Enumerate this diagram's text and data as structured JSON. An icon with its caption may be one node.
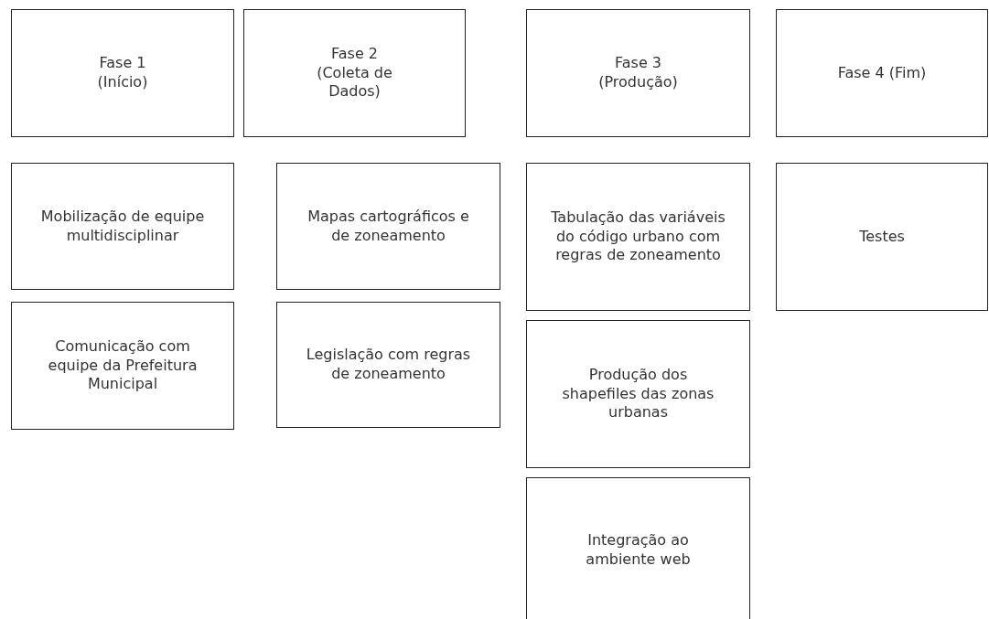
{
  "diagram": {
    "nodes": [
      {
        "text": [
          "Fase 1 (Início)"
        ]
      },
      {
        "text": [
          "Fase 2 (Coleta de Dados)"
        ]
      },
      {
        "text": [
          "Fase 3 (Produção)"
        ]
      },
      {
        "text": [
          "Fase 4 (Fim)"
        ]
      },
      {
        "text": [
          "Mobilização de equipe multidisciplinar"
        ]
      },
      {
        "text": [
          "Mapas cartográficos e de zoneamento"
        ]
      },
      {
        "text": [
          "Tabulação das variáveis do código urbano com regras de zoneamento"
        ]
      },
      {
        "text": [
          "Testes"
        ]
      },
      {
        "text": [
          "Comunicação com equipe da Prefeitura Municipal"
        ]
      },
      {
        "text": [
          "Legislação com regras de zoneamento"
        ]
      },
      {
        "text": [
          "Produção dos shapefiles das zonas urbanas"
        ]
      },
      {
        "text": [
          "Integração ao ambiente web"
        ]
      }
    ],
    "edges": []
  }
}
